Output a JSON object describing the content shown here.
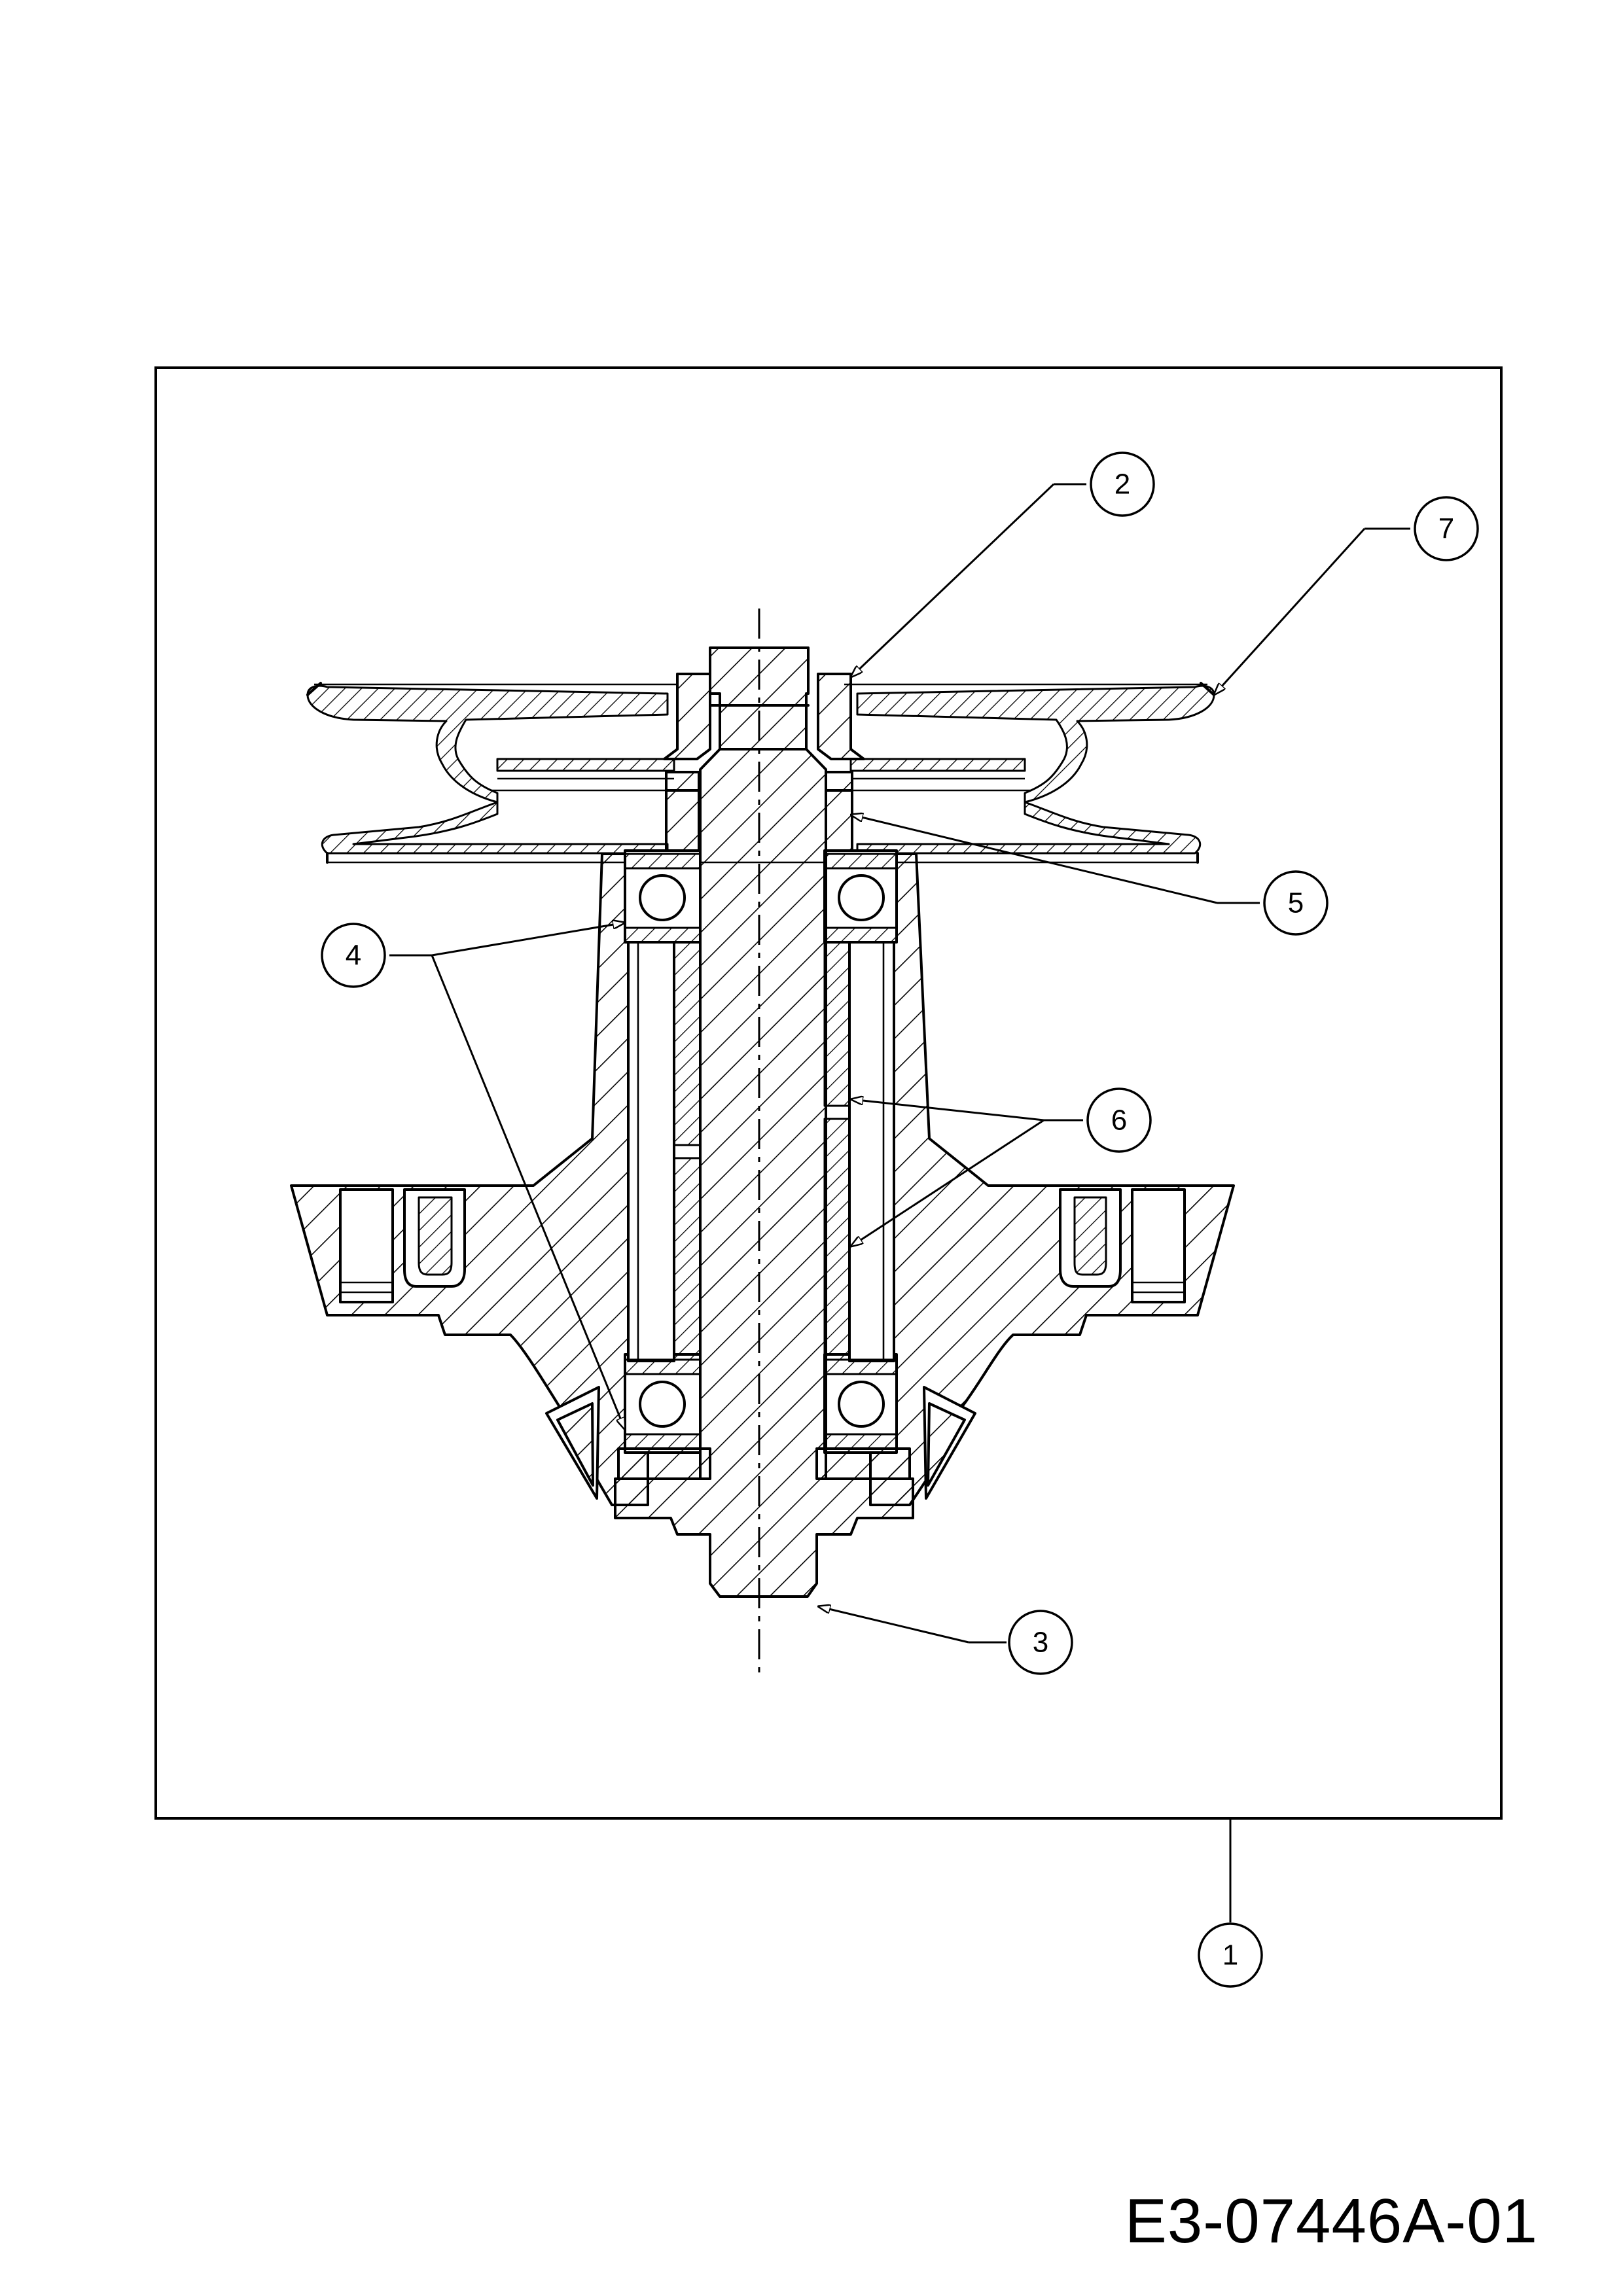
{
  "drawing_code": "E3-07446A-01",
  "callouts": {
    "c1": "1",
    "c2": "2",
    "c3": "3",
    "c4": "4",
    "c5": "5",
    "c6": "6",
    "c7": "7"
  }
}
